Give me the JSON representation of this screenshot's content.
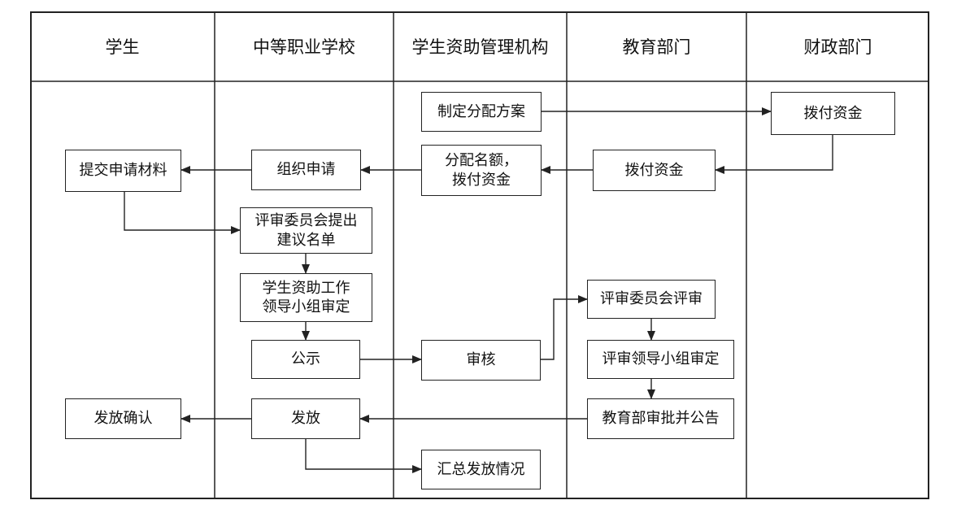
{
  "lanes": [
    "学生",
    "中等职业学校",
    "学生资助管理机构",
    "教育部门",
    "财政部门"
  ],
  "nodes": {
    "plan": "制定分配方案",
    "fin_fund": "拨付资金",
    "edu_fund": "拨付资金",
    "quota": "分配名额，\n拨付资金",
    "organize": "组织申请",
    "submit": "提交申请材料",
    "committee": "评审委员会提出\n建议名单",
    "leader": "学生资助工作\n领导小组审定",
    "publicize": "公示",
    "review": "审核",
    "edu_review": "评审委员会评审",
    "edu_leader": "评审领导小组审定",
    "edu_approve": "教育部审批并公告",
    "distribute": "发放",
    "confirm": "发放确认",
    "summary": "汇总发放情况"
  }
}
